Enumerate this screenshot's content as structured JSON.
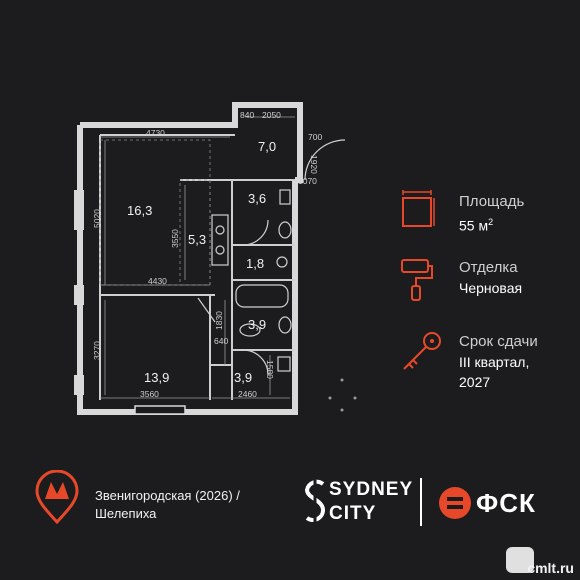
{
  "rooms": {
    "living_large": "16,3",
    "kitchen_top": "7,0",
    "hall": "3,6",
    "corridor": "5,3",
    "wc_small": "1,8",
    "bedroom": "13,9",
    "bath": "3,9",
    "hall_bottom": "3,9"
  },
  "dimensions": {
    "d4730": "4730",
    "d840": "840",
    "d2050": "2050",
    "d700": "700",
    "d1920": "1920",
    "d1070": "1070",
    "d5020": "5020",
    "d3550": "3550",
    "d4430": "4430",
    "d1830": "1830",
    "d640": "640",
    "d3270": "3270",
    "d3560": "3560",
    "d2460": "2460",
    "d1580": "1580"
  },
  "info": {
    "area_label": "Площадь",
    "area_value": "55 м",
    "area_sup": "2",
    "finish_label": "Отделка",
    "finish_value": "Черновая",
    "deadline_label": "Срок сдачи",
    "deadline_line1": "III квартал,",
    "deadline_line2": "2027"
  },
  "metro": {
    "line1": "Звенигородская (2026) /",
    "line2": "Шелепиха"
  },
  "brand": {
    "sydney_line1": "SYDNEY",
    "sydney_line2": "CITY",
    "developer": "ФСК"
  },
  "watermark": "cmlt.ru",
  "colors": {
    "accent": "#e8482a",
    "background": "#1c1c1e",
    "text": "#ffffff"
  }
}
